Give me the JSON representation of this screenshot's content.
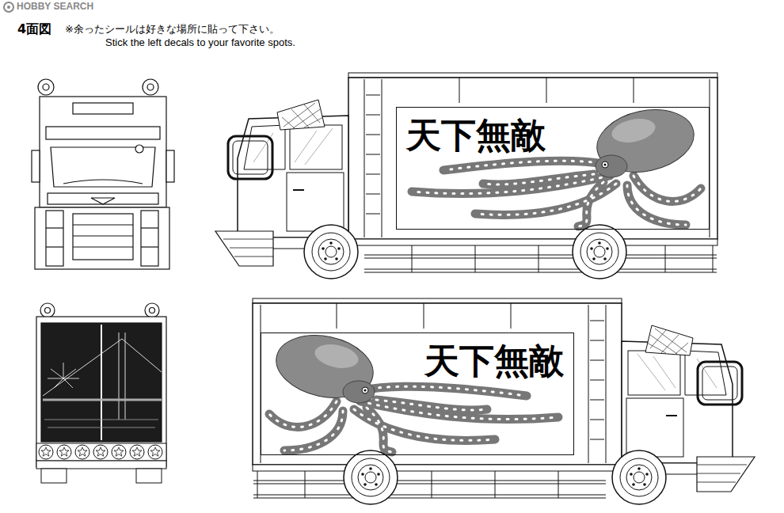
{
  "diagram": {
    "title": "4面図",
    "nodes": [
      {
        "text": [
          "天下無敵"
        ]
      },
      {
        "text": [
          "天下無敵"
        ]
      }
    ],
    "labels": [
      "HOBBY SEARCH",
      "※余ったシールは好きな場所に貼って下さい。",
      "Stick the left decals to your favorite spots."
    ]
  }
}
